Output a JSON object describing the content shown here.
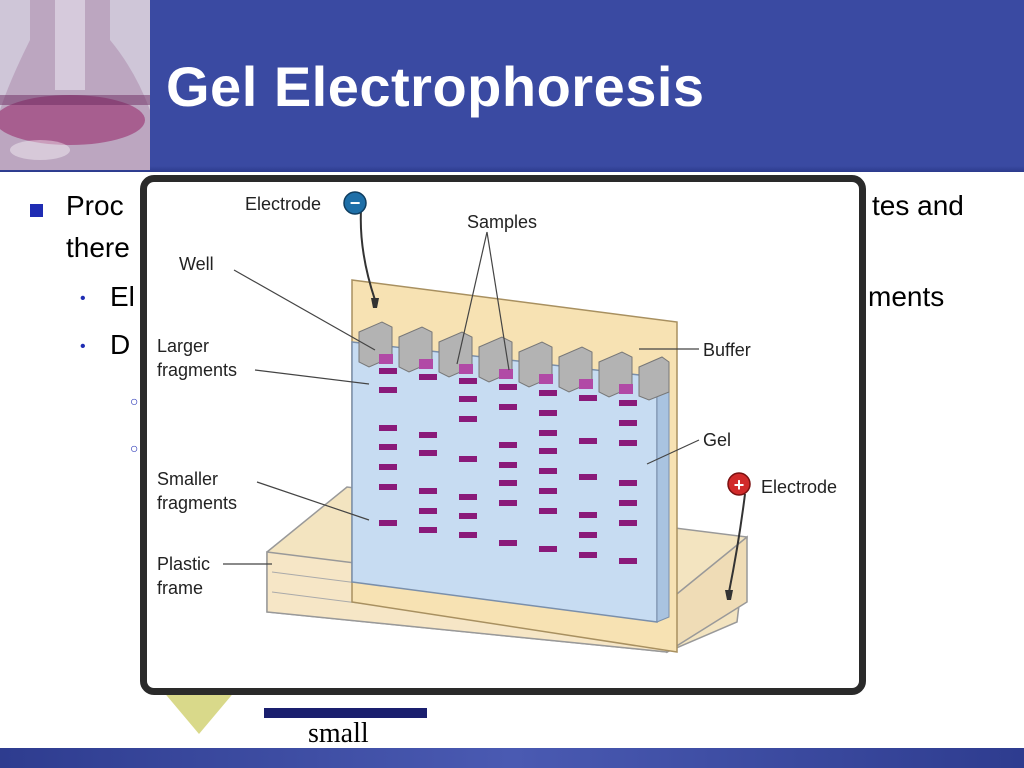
{
  "slide": {
    "title": "Gel Electrophoresis",
    "bullet1_start": "Proc",
    "bullet1_end": "tes and",
    "bullet1_line2": "there",
    "sub1_start": "El",
    "sub1_end": "ments",
    "sub2_start": "D",
    "small_label": "small"
  },
  "diagram": {
    "labels": {
      "electrode_top": "Electrode",
      "samples": "Samples",
      "well": "Well",
      "larger_fragments_1": "Larger",
      "larger_fragments_2": "fragments",
      "buffer": "Buffer",
      "gel": "Gel",
      "smaller_fragments_1": "Smaller",
      "smaller_fragments_2": "fragments",
      "electrode_bottom": "Electrode",
      "plastic_frame_1": "Plastic",
      "plastic_frame_2": "frame"
    },
    "electrode_top_sign": "−",
    "electrode_bottom_sign": "+"
  },
  "colors": {
    "title_bar": "#3a4aa2",
    "bullet": "#1f2cb3",
    "band": "#8a1a7a",
    "gel": "#c7dcf2",
    "buffer": "#f7e2b3"
  }
}
